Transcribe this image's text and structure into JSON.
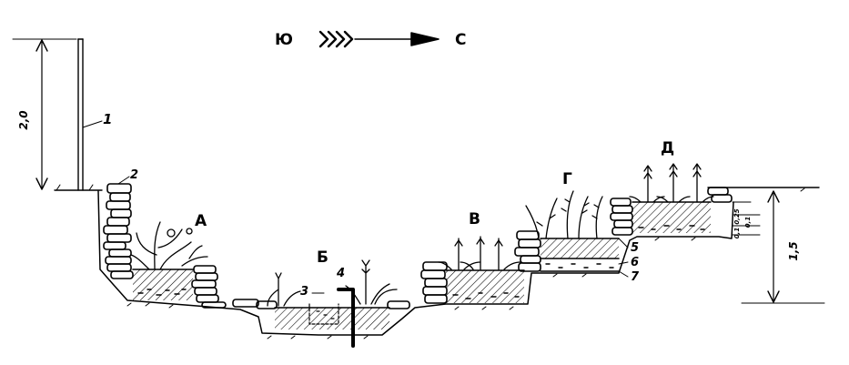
{
  "direction": {
    "south": "Ю",
    "north": "С"
  },
  "dimensions": {
    "height_left": "2,0",
    "depth_right": "1,5",
    "layer_a": "0,25",
    "layer_b": "0,1",
    "layer_c": "0,1"
  },
  "callouts": {
    "n1": "1",
    "n2": "2",
    "n3": "3",
    "n4": "4",
    "n5": "5",
    "n6": "6",
    "n7": "7"
  },
  "zones": {
    "a": "А",
    "b": "Б",
    "v": "В",
    "g": "Г",
    "d": "Д"
  },
  "colors": {
    "ink": "#000000",
    "paper": "#ffffff"
  }
}
